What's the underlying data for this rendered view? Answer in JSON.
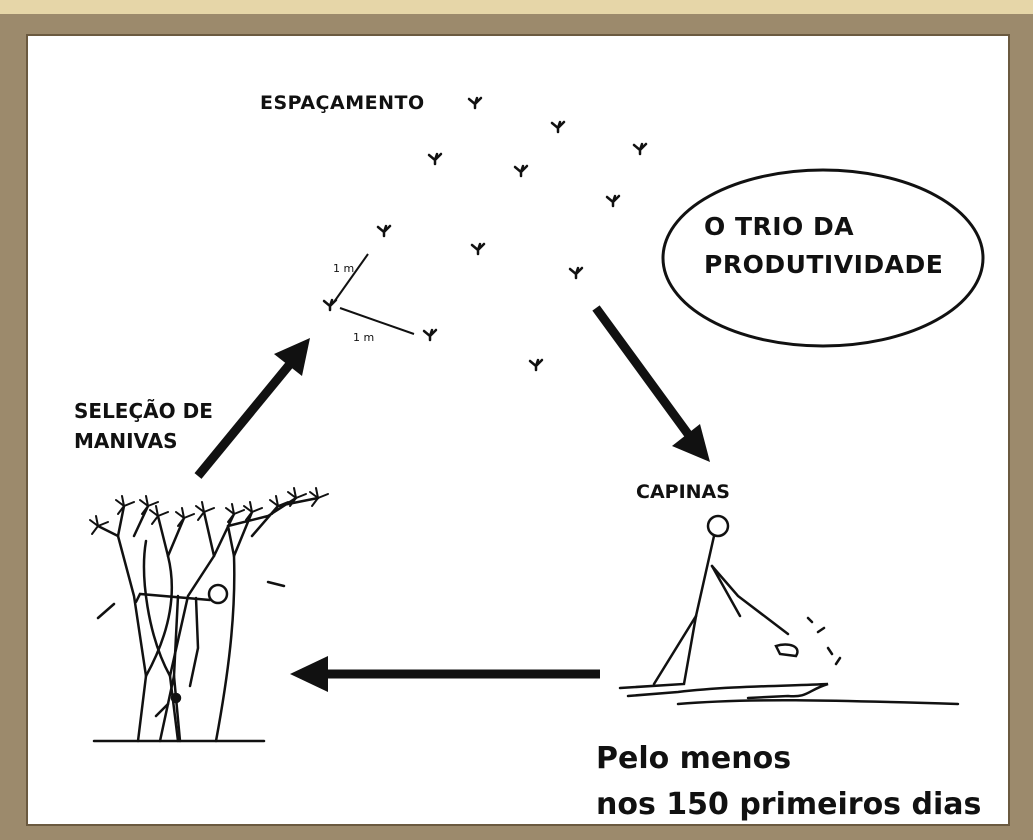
{
  "title_oval": {
    "line1": "O TRIO DA",
    "line2": "PRODUTIVIDADE"
  },
  "labels": {
    "espacamento": "ESPAÇAMENTO",
    "selecao_line1": "SELEÇÃO DE",
    "selecao_line2": "MANIVAS",
    "capinas": "CAPINAS",
    "distance_a": "1 m",
    "distance_b": "1 m"
  },
  "footnote": {
    "line1": "Pelo menos",
    "line2": "nos 150 primeiros dias"
  },
  "colors": {
    "frame": "#9c8a6c",
    "frame_top": "#e6d6a8",
    "canvas": "#ffffff",
    "ink": "#111111"
  }
}
